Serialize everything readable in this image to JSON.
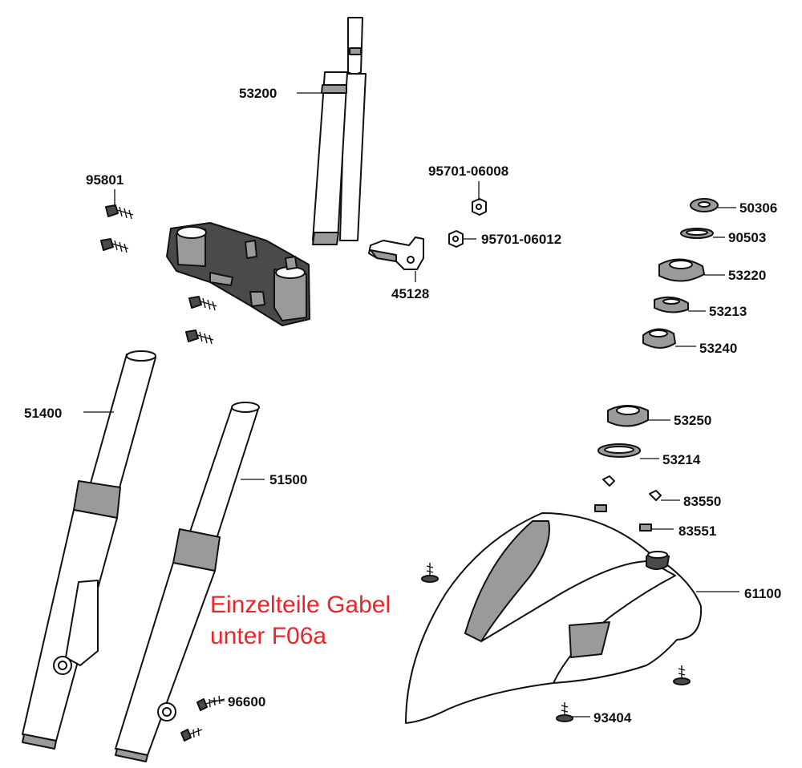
{
  "parts": [
    {
      "id": "p53200",
      "number": "53200"
    },
    {
      "id": "p95801",
      "number": "95801"
    },
    {
      "id": "p95701a",
      "number": "95701-06008"
    },
    {
      "id": "p95701b",
      "number": "95701-06012"
    },
    {
      "id": "p45128",
      "number": "45128"
    },
    {
      "id": "p50306",
      "number": "50306"
    },
    {
      "id": "p90503",
      "number": "90503"
    },
    {
      "id": "p53220",
      "number": "53220"
    },
    {
      "id": "p53213",
      "number": "53213"
    },
    {
      "id": "p53240",
      "number": "53240"
    },
    {
      "id": "p51400",
      "number": "51400"
    },
    {
      "id": "p51500",
      "number": "51500"
    },
    {
      "id": "p53250",
      "number": "53250"
    },
    {
      "id": "p53214",
      "number": "53214"
    },
    {
      "id": "p83550",
      "number": "83550"
    },
    {
      "id": "p83551",
      "number": "83551"
    },
    {
      "id": "p61100",
      "number": "61100"
    },
    {
      "id": "p96600",
      "number": "96600"
    },
    {
      "id": "p93404",
      "number": "93404"
    }
  ],
  "note": {
    "line1": "Einzelteile Gabel",
    "line2": "unter F06a",
    "color": "#e8272d"
  }
}
